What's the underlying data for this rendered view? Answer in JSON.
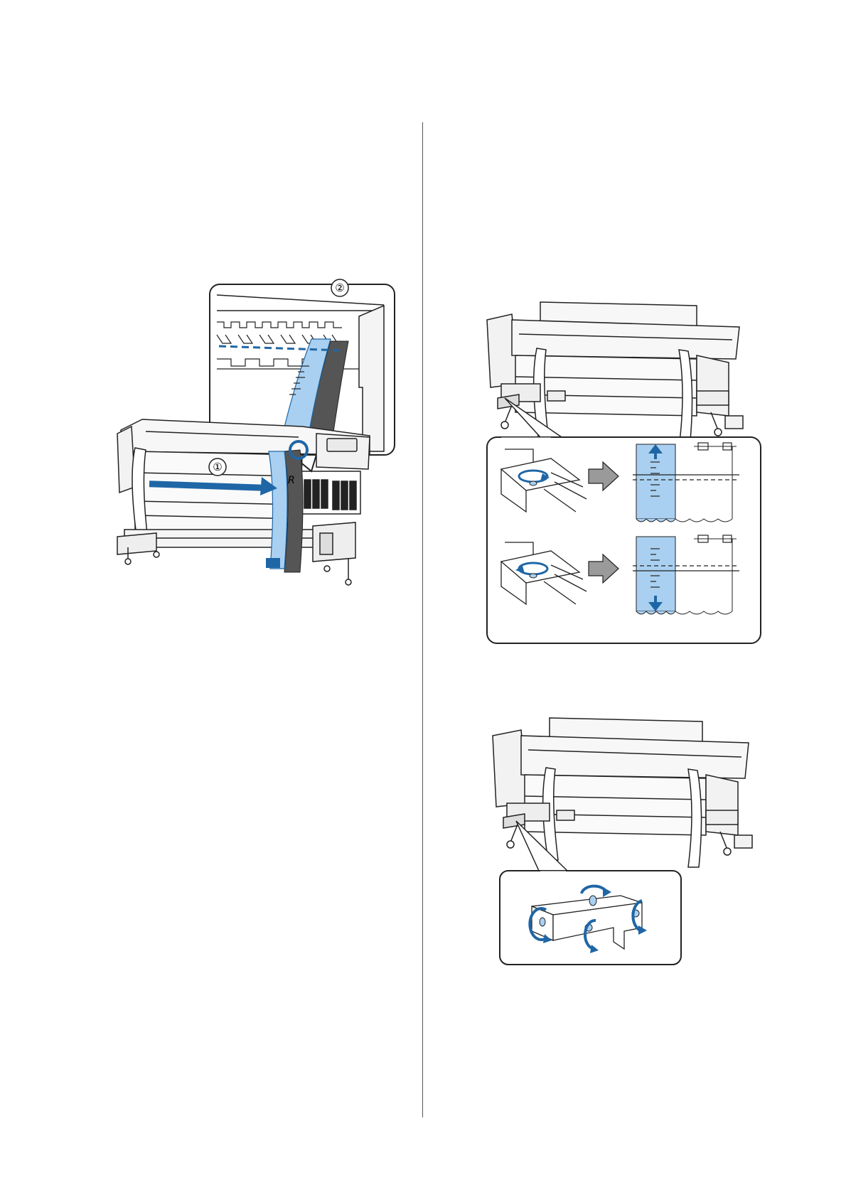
{
  "figure1": {
    "callout_1": "①",
    "callout_2": "②",
    "belt_mark": "R"
  },
  "colors": {
    "accent_blue": "#1f66a6",
    "media_blue": "#a9d0f0",
    "line": "#222222",
    "gray_arrow": "#9a9a9a",
    "dark_media": "#555555"
  },
  "icons": [
    "blue-arrow-icon",
    "gray-arrow-icon",
    "rotate-arrow-icon",
    "magnifier-circle-icon"
  ]
}
